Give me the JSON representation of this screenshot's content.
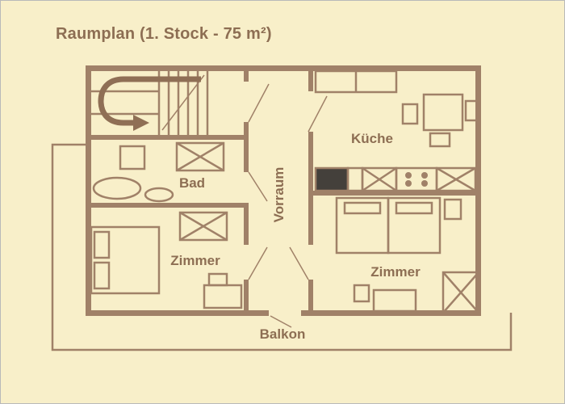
{
  "title": "Raumplan (1. Stock - 75 m²)",
  "rooms": {
    "kueche": "Küche",
    "bad": "Bad",
    "vorraum": "Vorraum",
    "zimmer_left": "Zimmer",
    "zimmer_right": "Zimmer",
    "balkon": "Balkon"
  },
  "colors": {
    "background": "#F8EFC9",
    "wall": "#A08168",
    "text": "#8D6E53",
    "stove_fill": "#44403B"
  }
}
